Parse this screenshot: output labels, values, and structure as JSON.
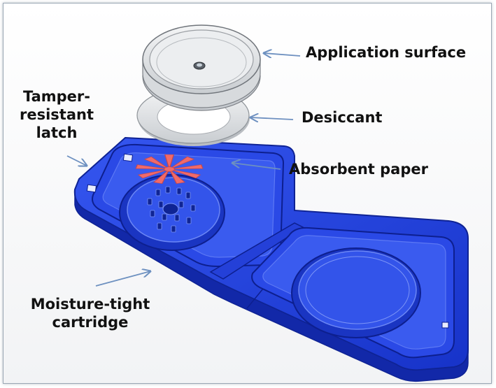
{
  "labels": {
    "application_surface": "Application surface",
    "desiccant": "Desiccant",
    "absorbent_paper": "Absorbent paper",
    "tamper_resistant_latch": [
      "Tamper-",
      "resistant",
      "latch"
    ],
    "moisture_tight_cartridge": [
      "Moisture-tight",
      "cartridge"
    ]
  },
  "colors": {
    "cartridge_blue": "#1f3fe0",
    "cartridge_dark": "#1228a8",
    "cartridge_light": "#4f6cf2",
    "paper_red": "#f06a6a",
    "arrow": "#6d90c0",
    "disc_grey": "#d9dcdf"
  }
}
